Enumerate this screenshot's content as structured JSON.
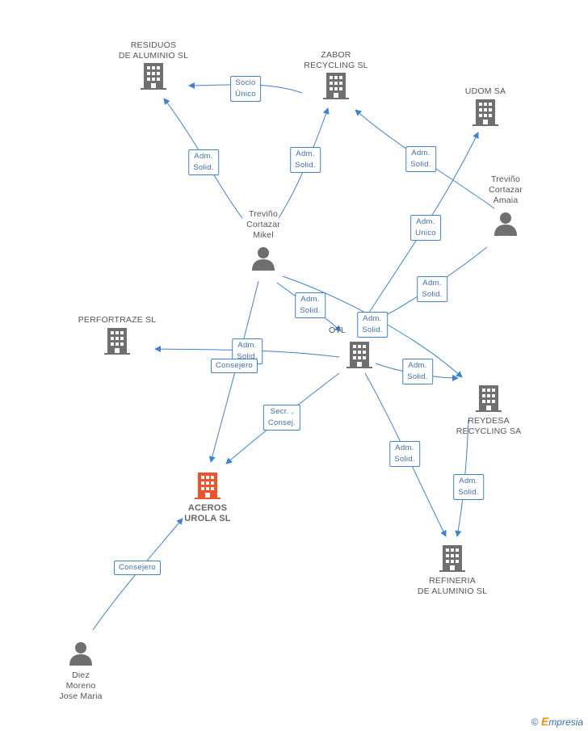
{
  "colors": {
    "edge": "#3b83d6",
    "node": "#6f6f6f",
    "main": "#f0522a"
  },
  "nodes": {
    "residuos": {
      "label": "RESIDUOS\nDE ALUMINIO SL"
    },
    "zabor": {
      "label": "ZABOR\nRECYCLING SL"
    },
    "udom": {
      "label": "UDOM SA"
    },
    "amaia": {
      "label": "Treviño\nCortazar\nAmaia"
    },
    "mikel": {
      "label": "Treviño\nCortazar\nMikel"
    },
    "perfortraze": {
      "label": "PERFORTRAZE SL"
    },
    "otl": {
      "label": "OTL"
    },
    "reydesa": {
      "label": "REYDESA\nRECYCLING SA"
    },
    "aceros": {
      "label": "ACEROS\nUROLA SL"
    },
    "refineria": {
      "label": "REFINERIA\nDE ALUMINIO SL"
    },
    "diez": {
      "label": "Diez\nMoreno\nJose Maria"
    }
  },
  "edge_labels": {
    "zabor_residuos": "Socio\nÚnico",
    "mikel_residuos": "Adm.\nSolid.",
    "mikel_zabor": "Adm.\nSolid.",
    "amaia_zabor": "Adm.\nSolid.",
    "otl_udom": "Adm.\nUnico",
    "amaia_reydesa": "Adm.\nSolid.",
    "mikel_otl": "Adm.\nSolid.",
    "mikel_reydesa": "Adm.\nSolid.",
    "mikel_perfortraze": "Adm.\nSolid.",
    "mikel_aceros": "Consejero",
    "otl_reydesa": "Adm.\nSolid.",
    "otl_aceros": "Secr. ,\nConsej.",
    "otl_refineria": "Adm.\nSolid.",
    "reydesa_refineria": "Adm.\nSolid.",
    "diez_aceros": "Consejero"
  },
  "watermark": {
    "symbol": "©",
    "brand_initial": "E",
    "brand_rest": "mpresia"
  }
}
